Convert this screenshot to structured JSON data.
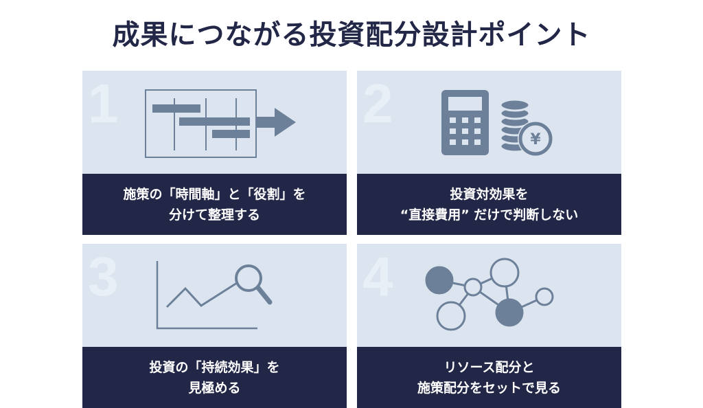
{
  "title": "成果につながる投資配分設計ポイント",
  "colors": {
    "light": "#dce5ef",
    "dark": "#232747",
    "icon": "#6d8099"
  },
  "cards": [
    {
      "number": "1",
      "icon": "gantt-chart-icon",
      "line1": "施策の「時間軸」と「役割」を",
      "line2": "分けて整理する"
    },
    {
      "number": "2",
      "icon": "calculator-coins-icon",
      "line1": "投資対効果を",
      "line2": "“直接費用” だけで判断しない",
      "yen": "¥"
    },
    {
      "number": "3",
      "icon": "line-chart-magnifier-icon",
      "line1": "投資の「持続効果」を",
      "line2": "見極める"
    },
    {
      "number": "4",
      "icon": "network-nodes-icon",
      "line1": "リソース配分と",
      "line2": "施策配分をセットで見る"
    }
  ]
}
